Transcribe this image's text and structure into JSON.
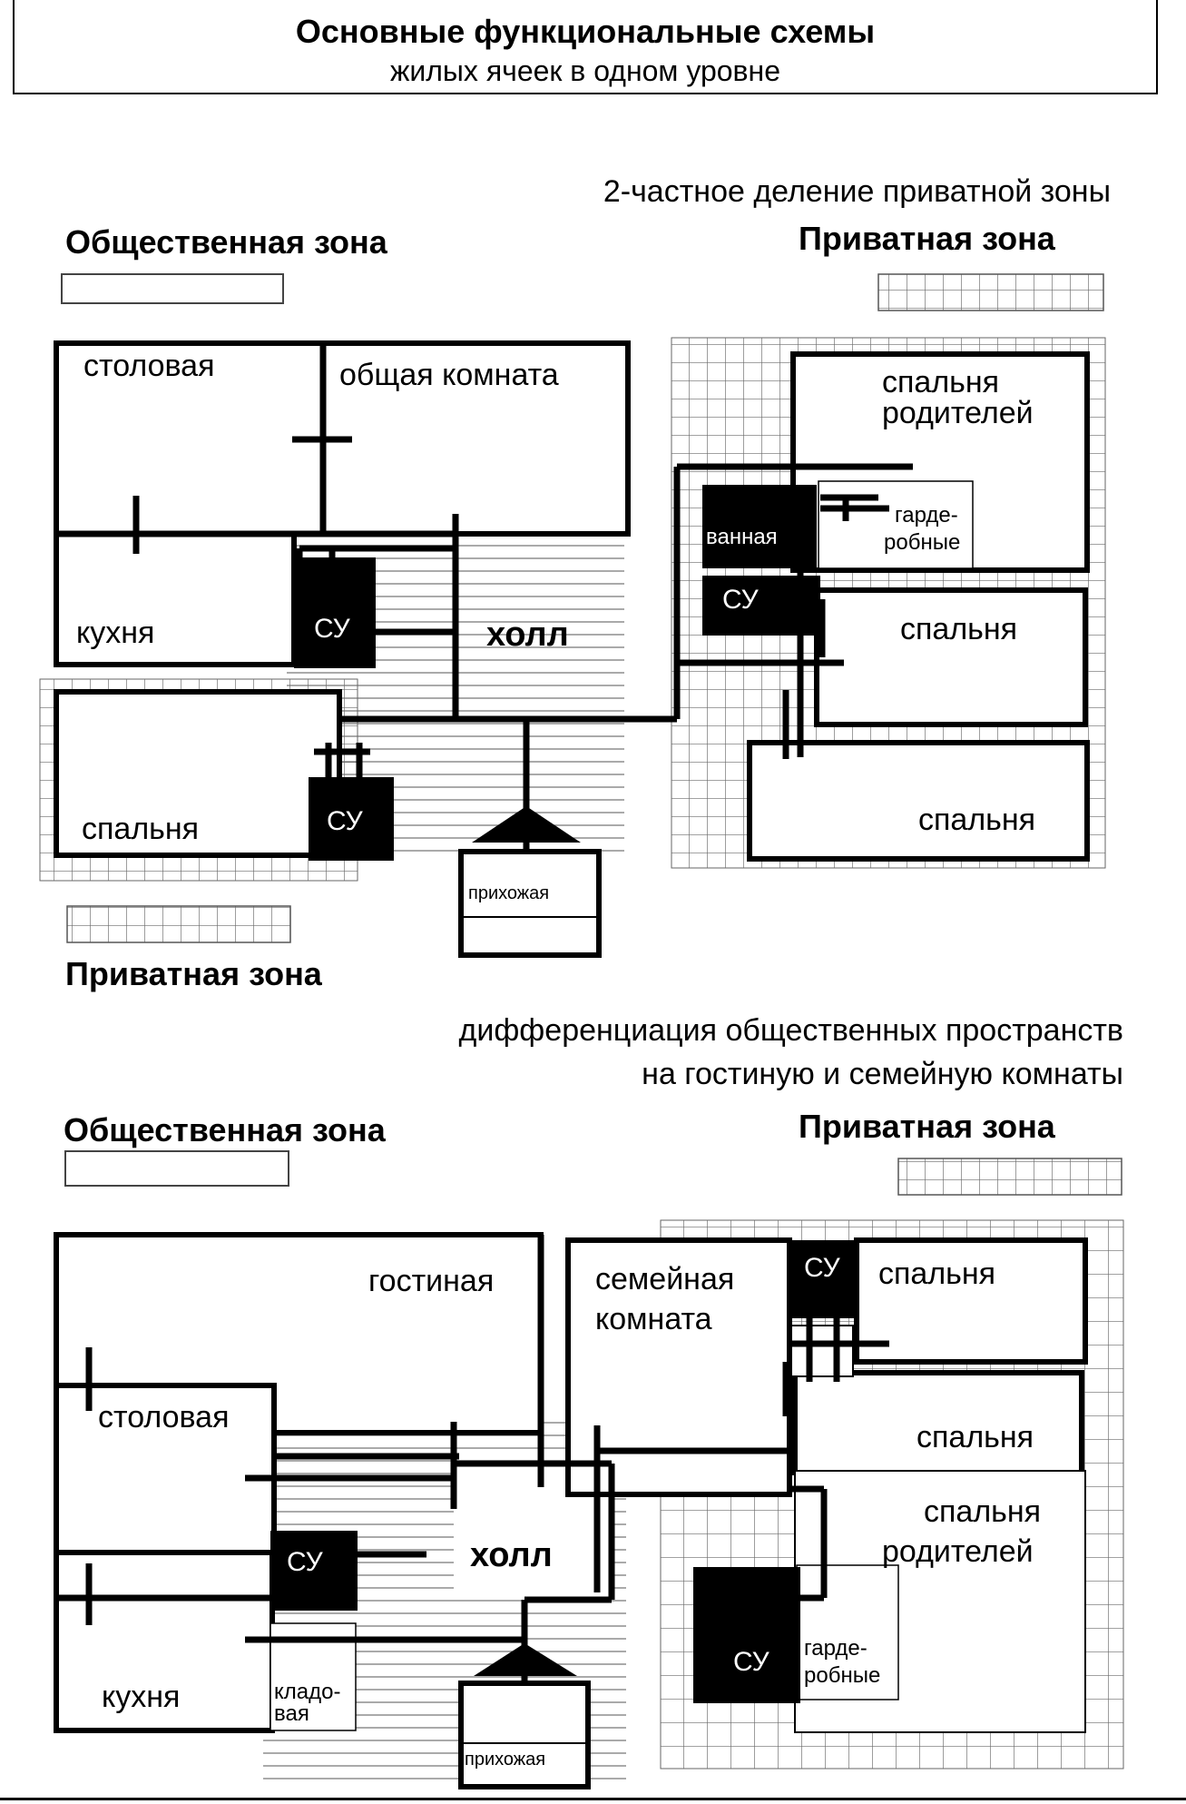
{
  "title": {
    "main": "Основные функциональные схемы",
    "sub": "жилых ячеек в одном уровне"
  },
  "scheme1": {
    "caption": "2-частное деление приватной зоны",
    "public_zone": "Общественная зона",
    "private_zone_right": "Приватная зона",
    "private_zone_left": "Приватная зона",
    "rooms": {
      "dining": "столовая",
      "common_room": "общая комната",
      "kitchen": "кухня",
      "wc_kitchen": "СУ",
      "hall": "холл",
      "bedroom_left": "спальня",
      "wc_bedroom": "СУ",
      "entrance": "прихожая",
      "parents_bedroom_1": "спальня",
      "parents_bedroom_2": "родителей",
      "bathroom": "ванная",
      "wardrobe_1": "гарде-",
      "wardrobe_2": "робные",
      "wc_private": "СУ",
      "bedroom_mid": "спальня",
      "bedroom_low": "спальня"
    }
  },
  "scheme2": {
    "caption_line1": "дифференциация общественных пространств",
    "caption_line2": "на гостиную и семейную комнаты",
    "public_zone": "Общественная зона",
    "private_zone": "Приватная зона",
    "rooms": {
      "living": "гостиная",
      "dining": "столовая",
      "kitchen": "кухня",
      "wc_public": "СУ",
      "pantry_1": "кладо-",
      "pantry_2": "вая",
      "hall": "холл",
      "entrance": "прихожая",
      "family_1": "семейная",
      "family_2": "комната",
      "wc_top": "СУ",
      "bedroom_top": "спальня",
      "bedroom_mid": "спальня",
      "parents_1": "спальня",
      "parents_2": "родителей",
      "wc_parents": "СУ",
      "wardrobe_1": "гарде-",
      "wardrobe_2": "робные"
    }
  },
  "colors": {
    "ink": "#000000",
    "paper": "#ffffff",
    "grid_line": "#666666"
  }
}
